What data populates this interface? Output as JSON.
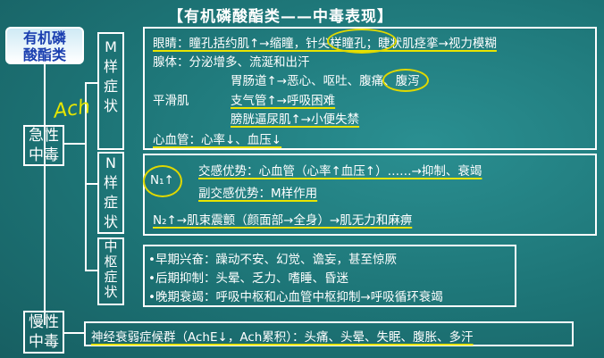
{
  "title": "【有机磷酸酯类——中毒表现】",
  "main_topic": "有机磷\n酸酯类",
  "acute_label": "急性\n中毒",
  "chronic_label": "慢性\n中毒",
  "handwriting": "Ach",
  "m_label": "M\n样\n症\n状",
  "n_label": "N\n样\n症\n状",
  "c_label": "中\n枢\n症\n状",
  "m_lines": {
    "eye": "眼睛：瞳孔括约肌↑→缩瞳，针尖样瞳孔；睫状肌痉挛→视力模糊",
    "gland": "腺体：分泌增多、流涎和出汗",
    "smooth_label": "平滑肌",
    "gi": "胃肠道↑→恶心、呕吐、腹痛、腹泻",
    "bronchi": "支气管↑→呼吸困难",
    "bladder": "膀胱逼尿肌↑→小便失禁",
    "cardio": "心血管：心率↓、血压↓"
  },
  "n_lines": {
    "n1": "N₁↑",
    "sym": "交感优势：心血管（心率↑血压↑）……→抑制、衰竭",
    "para": "副交感优势：M样作用",
    "n2": "N₂↑→肌束震颤（颜面部→全身）→肌无力和麻痹"
  },
  "c_lines": {
    "early": "•早期兴奋：躁动不安、幻觉、谵妄，甚至惊厥",
    "late": "•后期抑制：头晕、乏力、嗜睡、昏迷",
    "final": "•晚期衰竭：呼吸中枢和心血管中枢抑制→呼吸循环衰竭"
  },
  "chronic_text": "神经衰弱症候群（AchE↓，Ach累积）：头痛、头晕、失眠、腹胀、多汗"
}
